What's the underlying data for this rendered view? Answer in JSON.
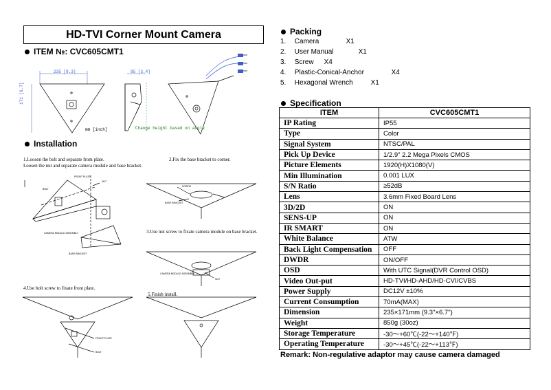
{
  "title": "HD-TVI Corner Mount Camera",
  "item": {
    "label": "ITEM №: CVC605CMT1"
  },
  "drawing": {
    "dim_width": "235 [9.3]",
    "dim_depth": "85 [3.4]",
    "dim_height": "171 [6.7]",
    "unit": "mm [inch]",
    "note": "Change height based on angle"
  },
  "installation": {
    "heading": "Installation",
    "step1a": "1.Loosen the bolt and separate from plate.",
    "step1b": "Loosen the nut and separate camera module and base bracket.",
    "step2": "2.Fix the base bracket to corner.",
    "step3": "3.Use nut screw to fixate camera module on base bracket.",
    "step4": "4.Use bolt screw to fixate front plate.",
    "step5": "5.Finish install.",
    "labels": {
      "front_plate": "FRONT PLATE",
      "bolt": "BOLT",
      "nut": "NUT",
      "camera_module": "CAMERA MODULE ASSEMBLY",
      "base_bracket": "BASE BRACKET",
      "screw": "SCREW",
      "base_bracket2": "BASE BRACKET",
      "camera_module2": "CAMERA MODULE ASSEMBLY",
      "nut2": "NUT",
      "front_plate2": "FRONT PLATE",
      "bolt2": "BOLT"
    }
  },
  "packing": {
    "heading": "Packing",
    "items": [
      {
        "num": "1.",
        "name": "Camera",
        "qty": "X1"
      },
      {
        "num": "2.",
        "name": "User Manual",
        "qty": "X1"
      },
      {
        "num": "3.",
        "name": "Screw",
        "qty": "X4"
      },
      {
        "num": "4.",
        "name": "Plastic-Conical-Anchor",
        "qty": "X4"
      },
      {
        "num": "5.",
        "name": "Hexagonal Wrench",
        "qty": "X1"
      }
    ]
  },
  "specification": {
    "heading": "Specification",
    "col_item": "ITEM",
    "col_model": "CVC605CMT1",
    "rows": [
      {
        "k": "IP Rating",
        "v": "IP55"
      },
      {
        "k": "Type",
        "v": "Color"
      },
      {
        "k": "Signal System",
        "v": "NTSC/PAL"
      },
      {
        "k": "Pick Up Device",
        "v": "1/2.9\" 2.2 Mega Pixels CMOS"
      },
      {
        "k": "Picture Elements",
        "v": "1920(H)X1080(V)"
      },
      {
        "k": "Min Illumination",
        "v": "0.001 LUX"
      },
      {
        "k": "S/N Ratio",
        "v": "≥52dB"
      },
      {
        "k": "Lens",
        "v": "3.6mm Fixed Board Lens"
      },
      {
        "k": "3D/2D",
        "v": "ON"
      },
      {
        "k": "SENS-UP",
        "v": "ON"
      },
      {
        "k": "IR SMART",
        "v": "ON"
      },
      {
        "k": "White Balance",
        "v": "ATW"
      },
      {
        "k": "Back Light Compensation",
        "v": "OFF"
      },
      {
        "k": "DWDR",
        "v": "ON/OFF"
      },
      {
        "k": "OSD",
        "v": "With UTC Signal(DVR Control OSD)"
      },
      {
        "k": "Video Out-put",
        "v": "HD-TVI/HD-AHD/HD-CVI/CVBS"
      },
      {
        "k": "Power Supply",
        "v": "DC12V ±10%"
      },
      {
        "k": "Current Consumption",
        "v": "70mA(MAX)"
      },
      {
        "k": "Dimension",
        "v": "235×171mm (9.3\"×6.7\")"
      },
      {
        "k": "Weight",
        "v": "850g (30oz)"
      },
      {
        "k": "Storage Temperature",
        "v": "-30～+60℃(-22～+140℉)"
      },
      {
        "k": "Operating Temperature",
        "v": "-30～+45℃(-22～+113℉)"
      }
    ]
  },
  "remark": "Remark: Non-regulative adaptor may cause camera damaged"
}
